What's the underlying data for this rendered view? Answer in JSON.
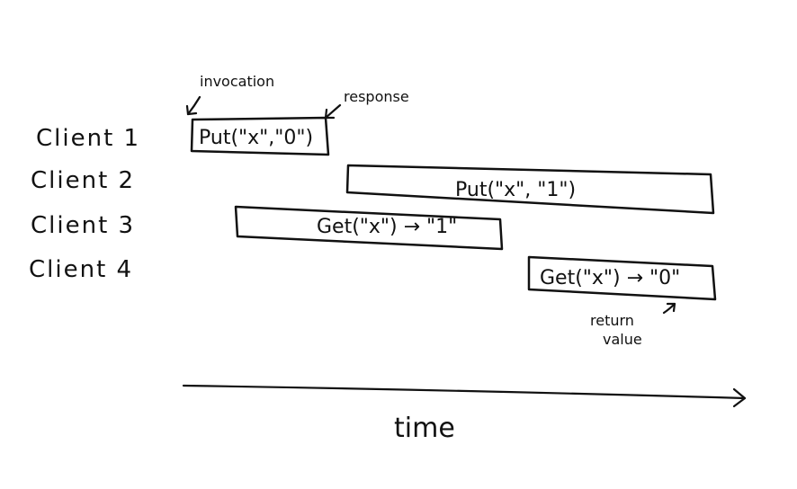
{
  "clients": [
    {
      "label": "Client 1"
    },
    {
      "label": "Client 2"
    },
    {
      "label": "Client 3"
    },
    {
      "label": "Client 4"
    }
  ],
  "operations": [
    {
      "client": "Client 1",
      "text": "Put(\"x\",\"0\")"
    },
    {
      "client": "Client 2",
      "text": "Put(\"x\", \"1\")"
    },
    {
      "client": "Client 3",
      "text": "Get(\"x\") → \"1\""
    },
    {
      "client": "Client 4",
      "text": "Get(\"x\") → \"0\""
    }
  ],
  "annotations": {
    "invocation": "invocation",
    "response": "response",
    "return_value_line1": "return",
    "return_value_line2": "value"
  },
  "axis": {
    "label": "time"
  }
}
